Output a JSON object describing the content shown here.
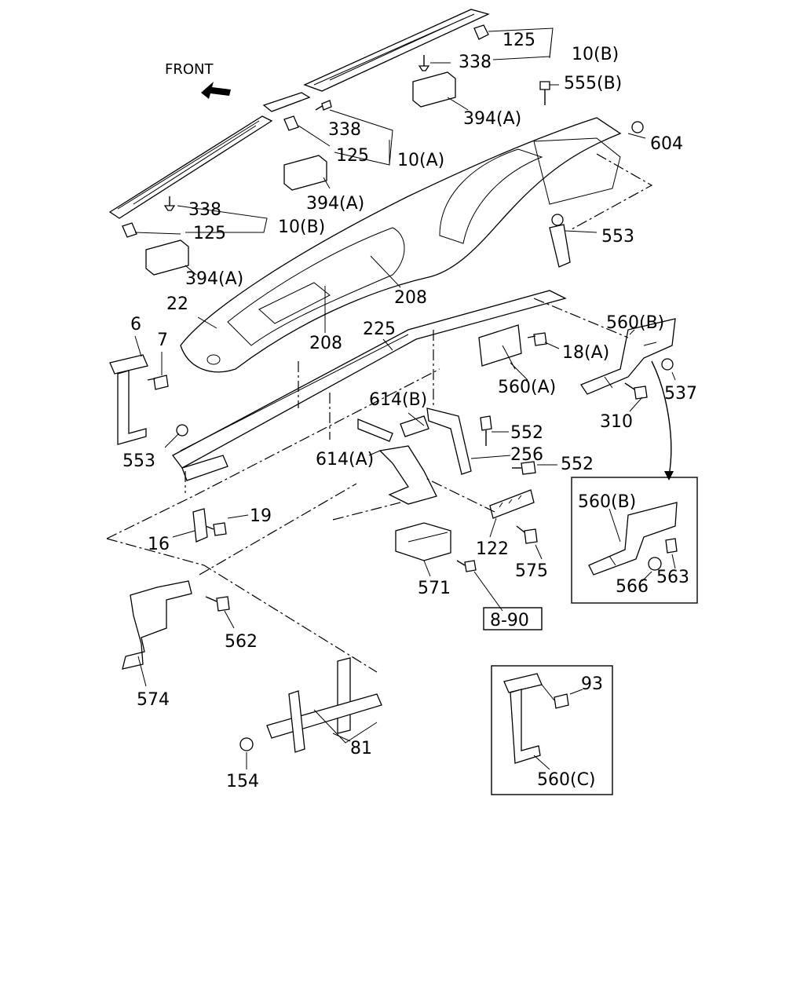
{
  "diagram": {
    "front_label": "FRONT",
    "reference_box": "8-90",
    "callouts": {
      "c125_top": "125",
      "c10b_top": "10(B)",
      "c338_top": "338",
      "c555b": "555(B)",
      "c394a_top": "394(A)",
      "c338_mid": "338",
      "c125_mid": "125",
      "c10a": "10(A)",
      "c604": "604",
      "c394a_mid": "394(A)",
      "c338_left": "338",
      "c125_left": "125",
      "c10b_left": "10(B)",
      "c553_right": "553",
      "c394a_left": "394(A)",
      "c208_right": "208",
      "c22": "22",
      "c560b_top": "560(B)",
      "c6": "6",
      "c7": "7",
      "c208_left": "208",
      "c225": "225",
      "c18a": "18(A)",
      "c560a": "560(A)",
      "c537": "537",
      "c614b": "614(B)",
      "c552_top": "552",
      "c310": "310",
      "c553_left": "553",
      "c256": "256",
      "c614a": "614(A)",
      "c552_bot": "552",
      "c19": "19",
      "c560b_inset": "560(B)",
      "c16": "16",
      "c122": "122",
      "c575": "575",
      "c566": "566",
      "c563": "563",
      "c571": "571",
      "c562": "562",
      "c574": "574",
      "c93": "93",
      "c81": "81",
      "c154": "154",
      "c560c": "560(C)"
    }
  }
}
